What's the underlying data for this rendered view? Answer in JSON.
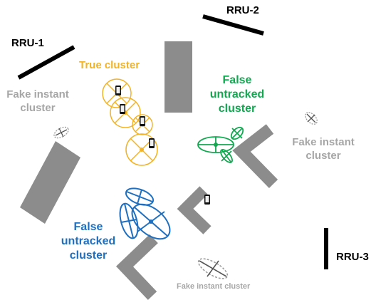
{
  "rru": {
    "rru1": "RRU-1",
    "rru2": "RRU-2",
    "rru3": "RRU-3"
  },
  "clusters": {
    "true_cluster": "True cluster",
    "fake_instant_left": [
      "Fake instant",
      "cluster"
    ],
    "fake_instant_right": [
      "Fake instant",
      "cluster"
    ],
    "fake_instant_bottom": "Fake instant cluster",
    "false_untracked_green": [
      "False",
      "untracked",
      "cluster"
    ],
    "false_untracked_blue": [
      "False",
      "untracked",
      "cluster"
    ]
  },
  "colors": {
    "true_cluster": "#F2B325",
    "false_untracked_green": "#12A850",
    "false_untracked_blue": "#1E6FC0",
    "fake_instant": "#A6A6A6",
    "rru": "#000000",
    "obstacle": "#8C8C8C"
  },
  "icons": {
    "device": "mobile-phone-icon"
  }
}
